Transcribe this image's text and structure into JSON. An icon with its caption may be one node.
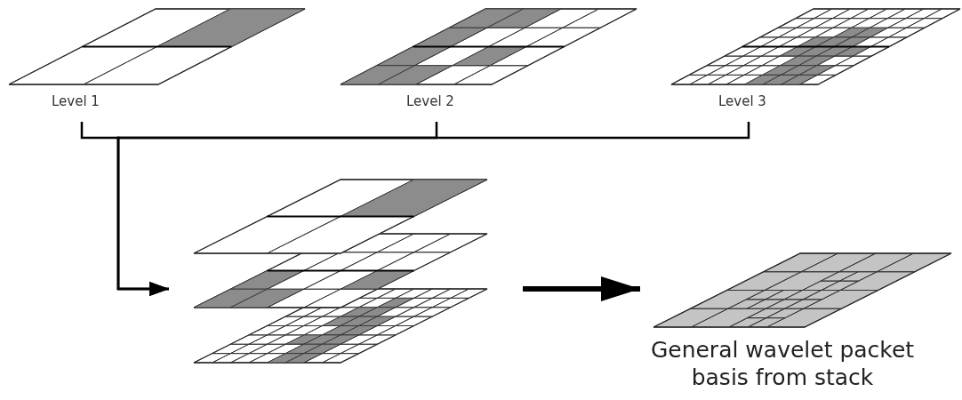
{
  "diagram": {
    "nodes": [
      {
        "text": [
          "Level 1"
        ]
      },
      {
        "text": [
          "Level 2"
        ]
      },
      {
        "text": [
          "Level 3"
        ]
      },
      {
        "text": [],
        "shape": "picture"
      },
      {
        "text": [
          "General wavelet packet basis from stack"
        ]
      }
    ],
    "edges": [
      {
        "from": 0,
        "to": 3,
        "arrow": "to"
      },
      {
        "from": 1,
        "to": 3,
        "arrow": "to"
      },
      {
        "from": 2,
        "to": 3,
        "arrow": "to"
      },
      {
        "from": 3,
        "to": 4,
        "arrow": "to",
        "style": "thick"
      }
    ]
  }
}
